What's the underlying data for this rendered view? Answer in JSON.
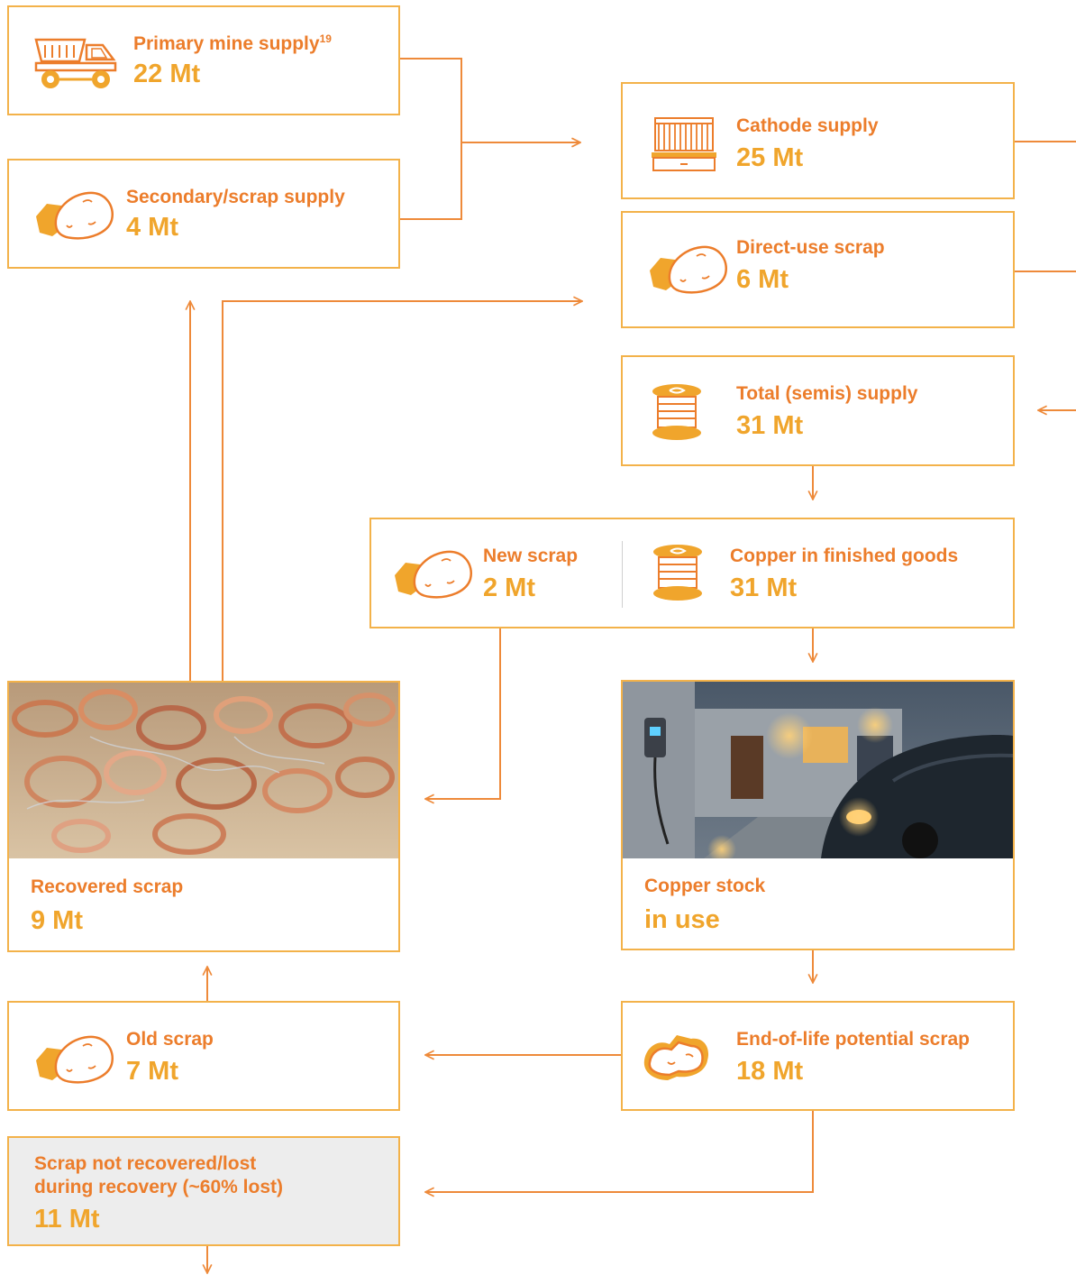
{
  "colors": {
    "label": "#ec7d2b",
    "value": "#f0a52c",
    "border": "#f3b24a",
    "line": "#ee8a3a",
    "lost_bg": "#ededed"
  },
  "nodes": {
    "primary_mine": {
      "label": "Primary mine supply",
      "sup": "19",
      "value": "22 Mt",
      "icon": "mining-truck-icon"
    },
    "secondary_scrap": {
      "label": "Secondary/scrap supply",
      "value": "4 Mt",
      "icon": "scrap-rock-icon"
    },
    "cathode": {
      "label": "Cathode supply",
      "value": "25 Mt",
      "icon": "cathode-plate-icon"
    },
    "direct_use": {
      "label": "Direct-use scrap",
      "value": "6 Mt",
      "icon": "scrap-rock-icon"
    },
    "total_semis": {
      "label": "Total (semis) supply",
      "value": "31 Mt",
      "icon": "copper-spool-icon"
    },
    "new_scrap": {
      "label": "New scrap",
      "value": "2 Mt",
      "icon": "scrap-rock-icon"
    },
    "finished_goods": {
      "label": "Copper in finished goods",
      "value": "31 Mt",
      "icon": "copper-spool-icon"
    },
    "recovered": {
      "label": "Recovered scrap",
      "value": "9 Mt",
      "image": "copper-wire-scrap-photo"
    },
    "stock": {
      "label": "Copper stock",
      "value": "in use",
      "image": "ev-charging-house-photo"
    },
    "old_scrap": {
      "label": "Old scrap",
      "value": "7 Mt",
      "icon": "scrap-rock-icon"
    },
    "end_of_life": {
      "label": "End-of-life potential scrap",
      "value": "18 Mt",
      "icon": "broken-scrap-icon"
    },
    "lost": {
      "label_line1": "Scrap not recovered/lost",
      "label_line2": "during recovery (~60% lost)",
      "value": "11 Mt"
    }
  }
}
